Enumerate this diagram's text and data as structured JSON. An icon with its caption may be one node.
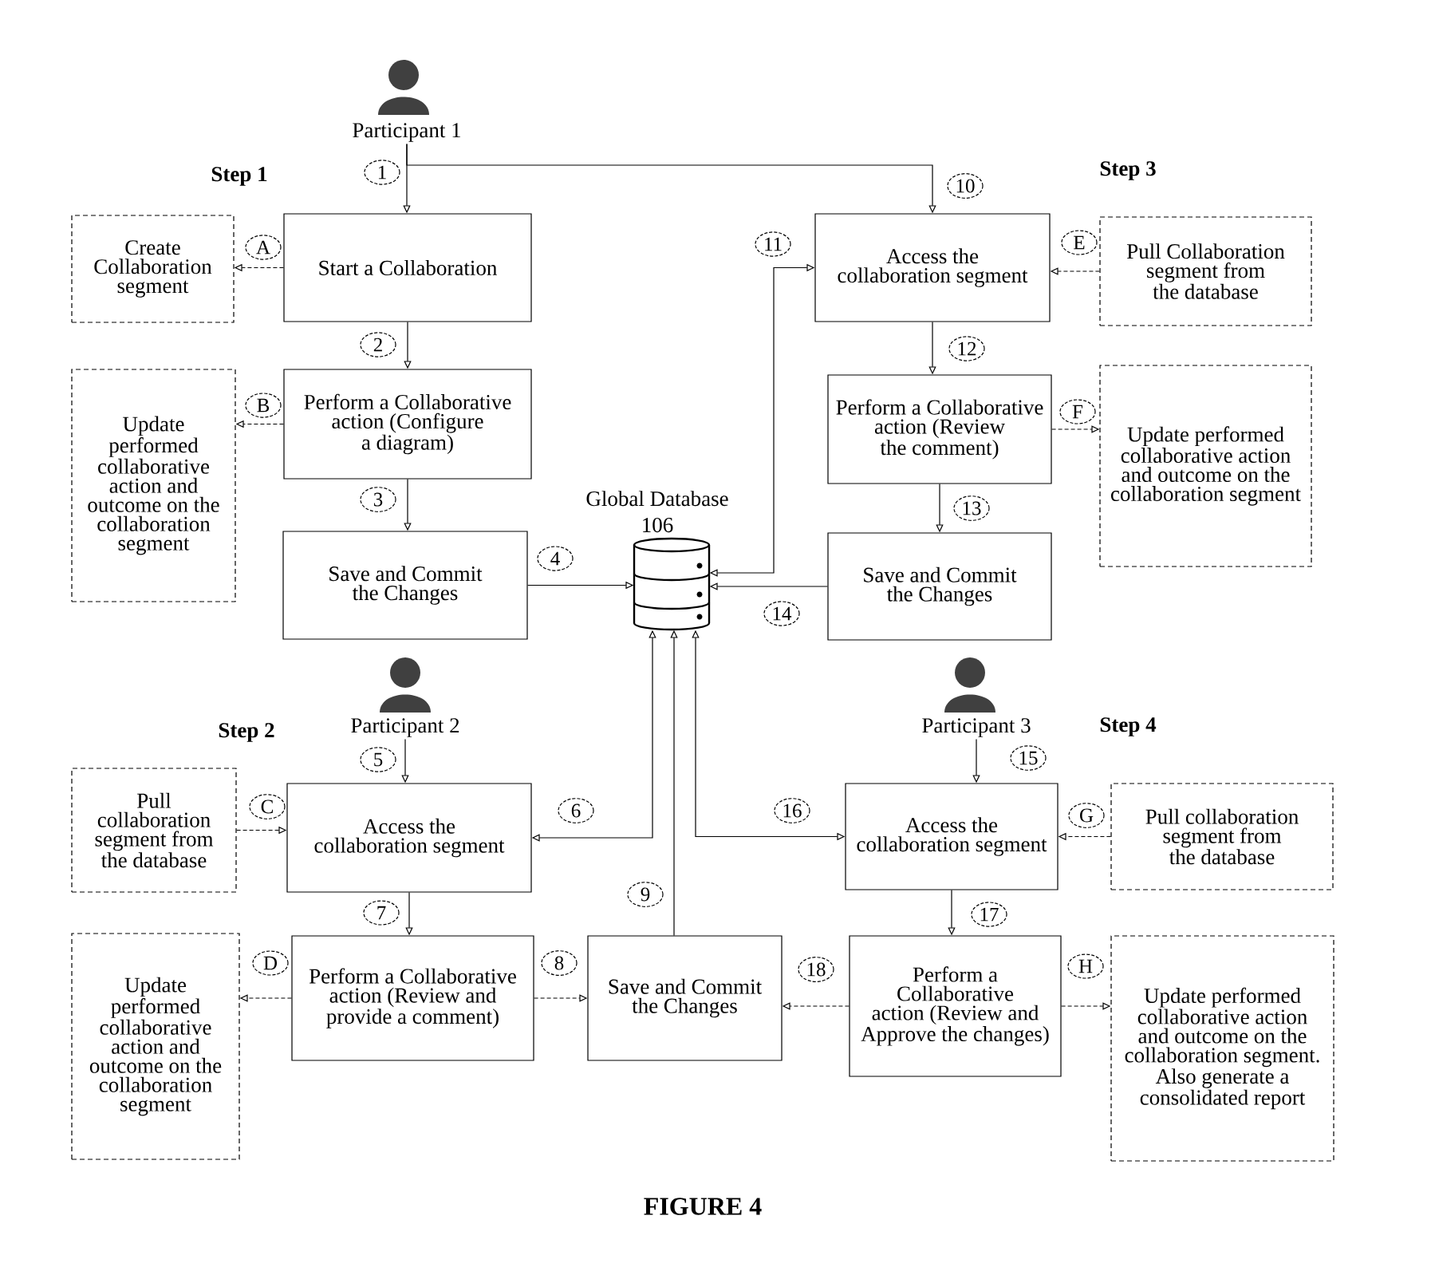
{
  "diagram": {
    "caption": "FIGURE 4",
    "nodes": [
      {
        "text": [
          "Participant 1"
        ]
      },
      {
        "text": [
          "Create Collaboration segment"
        ]
      },
      {
        "text": [
          "Start a Collaboration"
        ]
      },
      {
        "text": [
          "Access the collaboration segment"
        ]
      },
      {
        "text": [
          "Pull Collaboration segment from the database"
        ]
      },
      {
        "text": [
          "Update performed collaborative action and outcome on the collaboration segment"
        ]
      },
      {
        "text": [
          "Perform a Collaborative action (Configure a diagram)"
        ]
      },
      {
        "text": [
          "Perform a Collaborative action (Review the comment)"
        ]
      },
      {
        "text": [
          "Update performed collaborative action and outcome on the collaboration segment"
        ]
      },
      {
        "text": [
          "Save and Commit the Changes"
        ]
      },
      {
        "text": [
          "Global Database",
          "106"
        ]
      },
      {
        "text": [
          "Save and Commit the Changes"
        ]
      },
      {
        "text": [
          "Participant 2"
        ]
      },
      {
        "text": [
          "Participant 3"
        ]
      },
      {
        "text": [
          "Pull collaboration segment from the database"
        ]
      },
      {
        "text": [
          "Access the collaboration segment"
        ]
      },
      {
        "text": [
          "Access the collaboration segment"
        ]
      },
      {
        "text": [
          "Pull collaboration segment from the database"
        ]
      },
      {
        "text": [
          "Update performed collaborative action and outcome on the collaboration segment"
        ]
      },
      {
        "text": [
          "Perform a Collaborative action (Review and provide a comment)"
        ]
      },
      {
        "text": [
          "Save and Commit the Changes"
        ]
      },
      {
        "text": [
          "Perform a Collaborative action (Review and Approve the changes)"
        ]
      },
      {
        "text": [
          "Update performed collaborative action and outcome on the collaboration segment. Also generate a consolidated report"
        ]
      }
    ],
    "edges": [
      {
        "from": 0,
        "to": 2,
        "arrow": "to",
        "label": "1"
      },
      {
        "from": 0,
        "to": 3,
        "arrow": "to",
        "label": "10"
      },
      {
        "from": 2,
        "to": 1,
        "arrow": "to",
        "label": "A",
        "style": "dashed"
      },
      {
        "from": 2,
        "to": 6,
        "arrow": "to",
        "label": "2"
      },
      {
        "from": 6,
        "to": 5,
        "arrow": "to",
        "label": "B",
        "style": "dashed"
      },
      {
        "from": 6,
        "to": 9,
        "arrow": "to",
        "label": "3"
      },
      {
        "from": 9,
        "to": 10,
        "arrow": "to",
        "label": "4"
      },
      {
        "from": 4,
        "to": 3,
        "arrow": "to",
        "label": "E",
        "style": "dashed"
      },
      {
        "from": 10,
        "to": 3,
        "arrow": "both",
        "label": "11"
      },
      {
        "from": 3,
        "to": 7,
        "arrow": "to",
        "label": "12"
      },
      {
        "from": 7,
        "to": 8,
        "arrow": "to",
        "label": "F",
        "style": "dashed"
      },
      {
        "from": 7,
        "to": 11,
        "arrow": "to",
        "label": "13"
      },
      {
        "from": 11,
        "to": 10,
        "arrow": "to",
        "label": "14"
      },
      {
        "from": 12,
        "to": 15,
        "arrow": "to",
        "label": "5"
      },
      {
        "from": 10,
        "to": 15,
        "arrow": "both",
        "label": "6"
      },
      {
        "from": 14,
        "to": 15,
        "arrow": "to",
        "label": "C",
        "style": "dashed"
      },
      {
        "from": 15,
        "to": 19,
        "arrow": "to",
        "label": "7"
      },
      {
        "from": 19,
        "to": 18,
        "arrow": "to",
        "label": "D",
        "style": "dashed"
      },
      {
        "from": 19,
        "to": 20,
        "arrow": "to",
        "label": "8",
        "style": "dashed"
      },
      {
        "from": 20,
        "to": 10,
        "arrow": "to",
        "label": "9"
      },
      {
        "from": 10,
        "to": 16,
        "arrow": "both",
        "label": "16"
      },
      {
        "from": 13,
        "to": 16,
        "arrow": "to",
        "label": "15"
      },
      {
        "from": 17,
        "to": 16,
        "arrow": "to",
        "label": "G",
        "style": "dashed"
      },
      {
        "from": 16,
        "to": 21,
        "arrow": "to",
        "label": "17"
      },
      {
        "from": 21,
        "to": 20,
        "arrow": "to",
        "label": "18",
        "style": "dashed"
      },
      {
        "from": 21,
        "to": 22,
        "arrow": "to",
        "label": "H",
        "style": "dashed"
      }
    ],
    "labels": [
      "Step 1",
      "Step 3",
      "Step 2",
      "Step 4"
    ]
  }
}
